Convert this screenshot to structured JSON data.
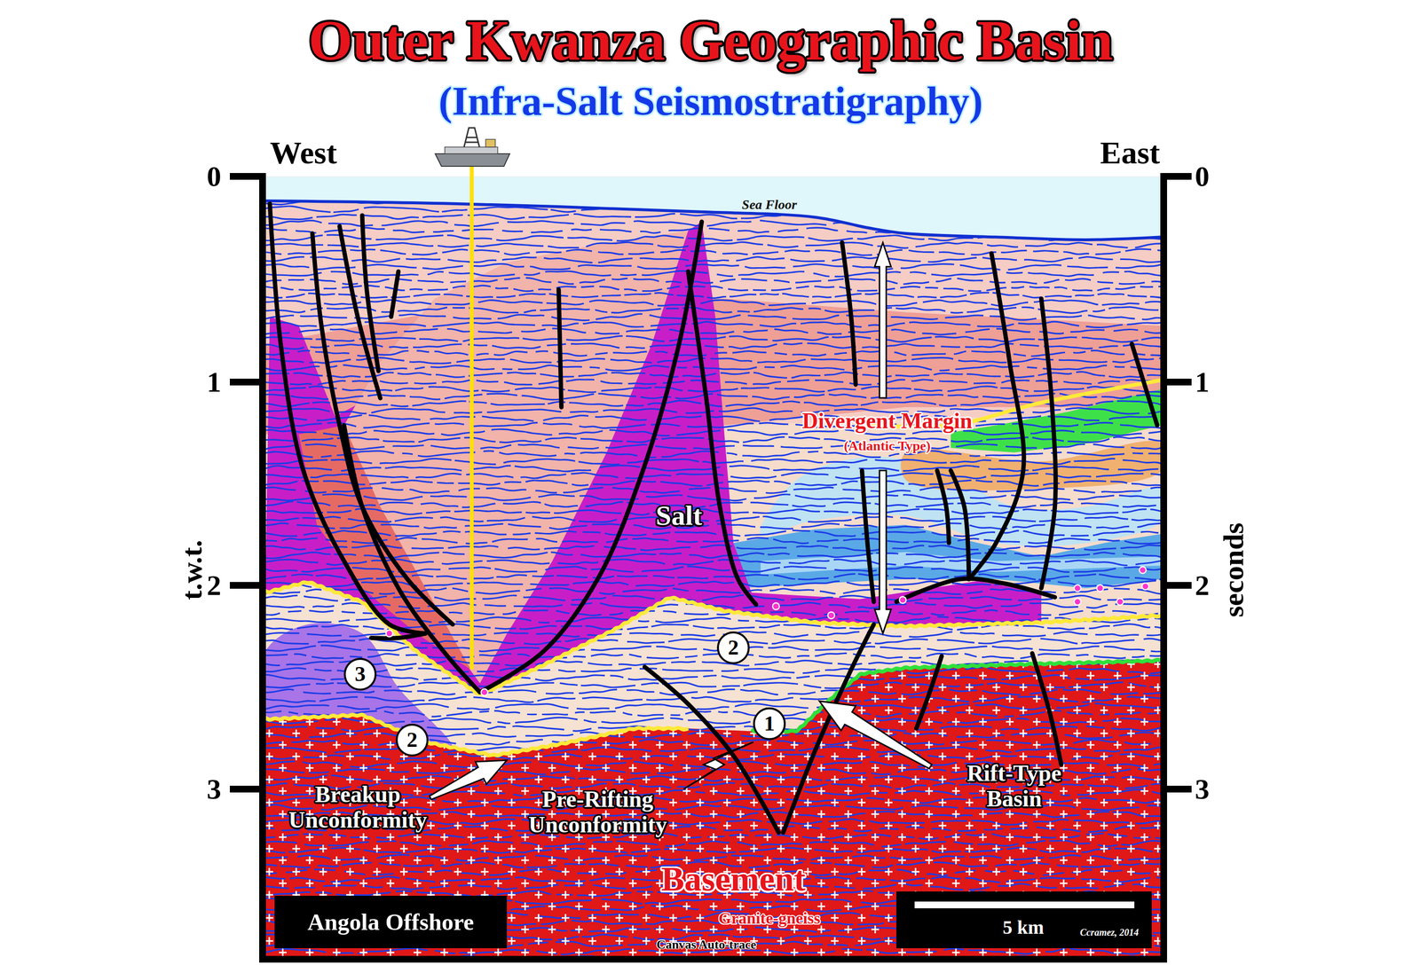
{
  "diagram": {
    "title": "Outer Kwanza Geographic Basin",
    "nodes": [
      {
        "text": [
          "2"
        ]
      },
      {
        "text": [
          "3"
        ]
      },
      {
        "text": [
          "1"
        ]
      },
      {
        "text": [
          "2"
        ]
      },
      {
        "text": [
          "Angola Offshore"
        ]
      },
      {
        "text": [
          "5 km",
          "Ccramez, 2014"
        ]
      }
    ],
    "labels": [
      "(Infra-Salt Seismostratigraphy)",
      "West",
      "East",
      "0",
      "0",
      "Sea Floor",
      "1",
      "1",
      "Divergent Margin",
      "(Atlantic Type)",
      "Salt",
      "t.w.t.",
      "seconds",
      "2",
      "2",
      "Rift-Type Basin",
      "Breakup Unconformity",
      "3",
      "3",
      "Pre-Rifting Unconformity",
      "Basement",
      "Granite-gneiss",
      "Canvas Auto-trace"
    ]
  }
}
